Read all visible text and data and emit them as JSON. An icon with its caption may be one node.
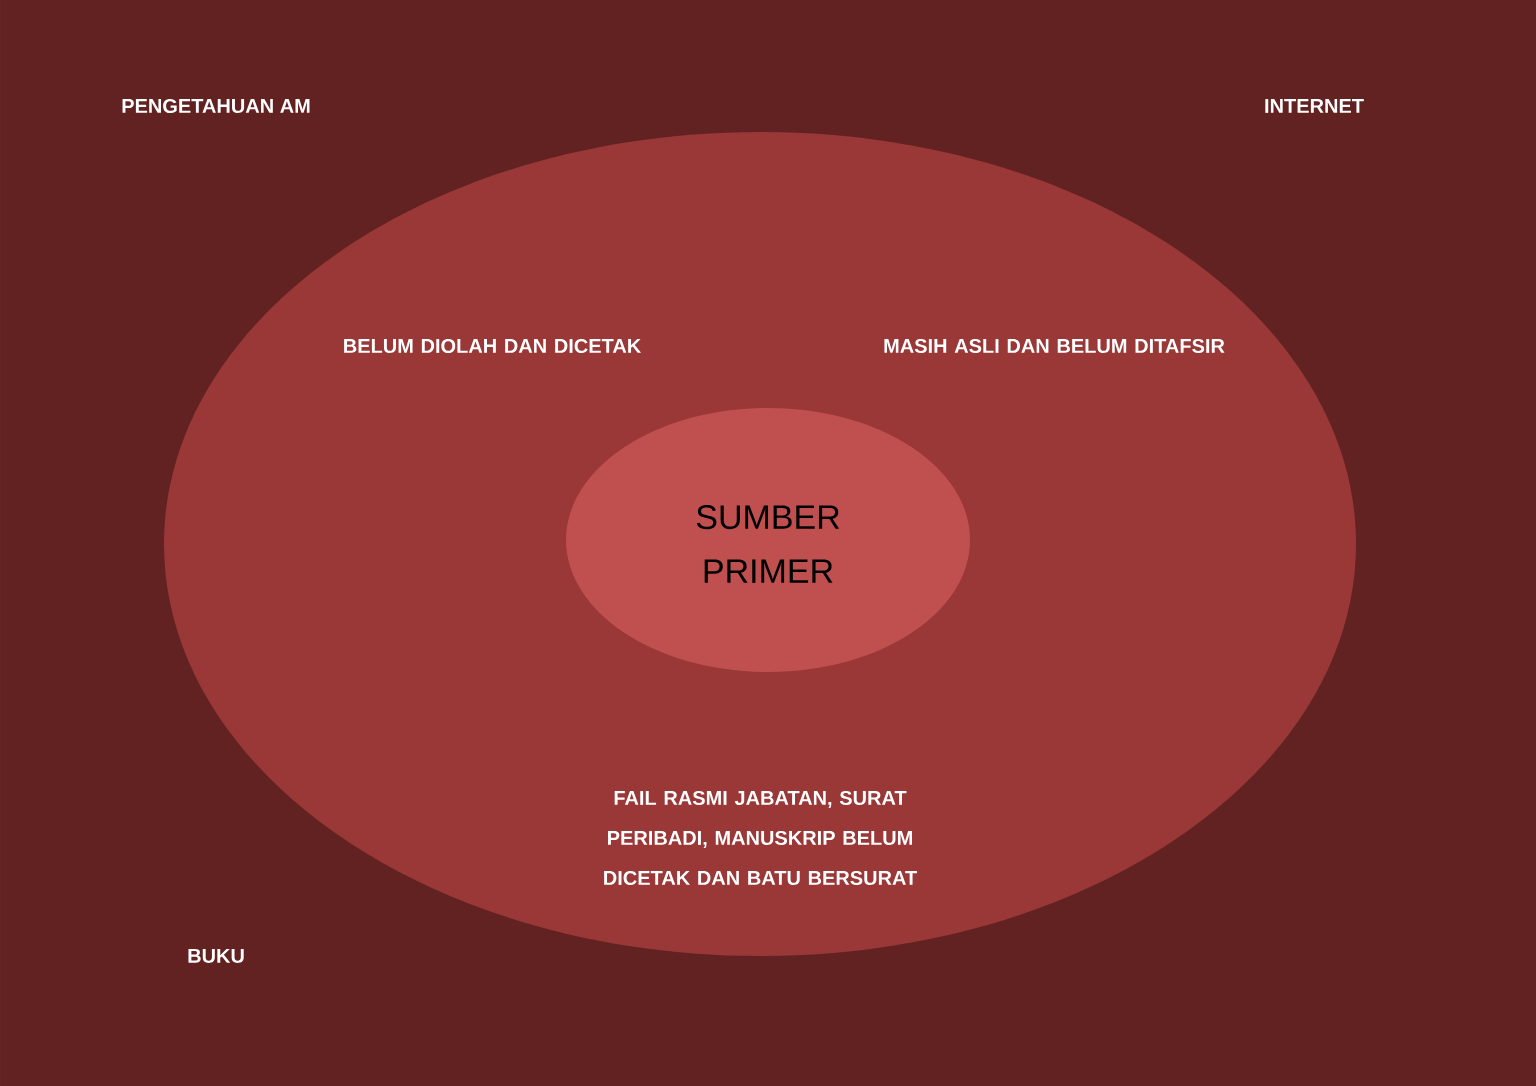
{
  "diagram": {
    "nodes": [
      {
        "text": [
          "BELUM DIOLAH DAN DICETAK",
          "MASIH ASLI DAN BELUM DITAFSIR",
          "FAIL RASMI JABATAN, SURAT PERIBADI, MANUSKRIP BELUM DICETAK DAN BATU BERSURAT"
        ]
      },
      {
        "text": [
          "SUMBER PRIMER"
        ],
        "in": 0
      }
    ],
    "labels": [
      "PENGETAHUAN AM",
      "INTERNET",
      "BUKU"
    ]
  }
}
